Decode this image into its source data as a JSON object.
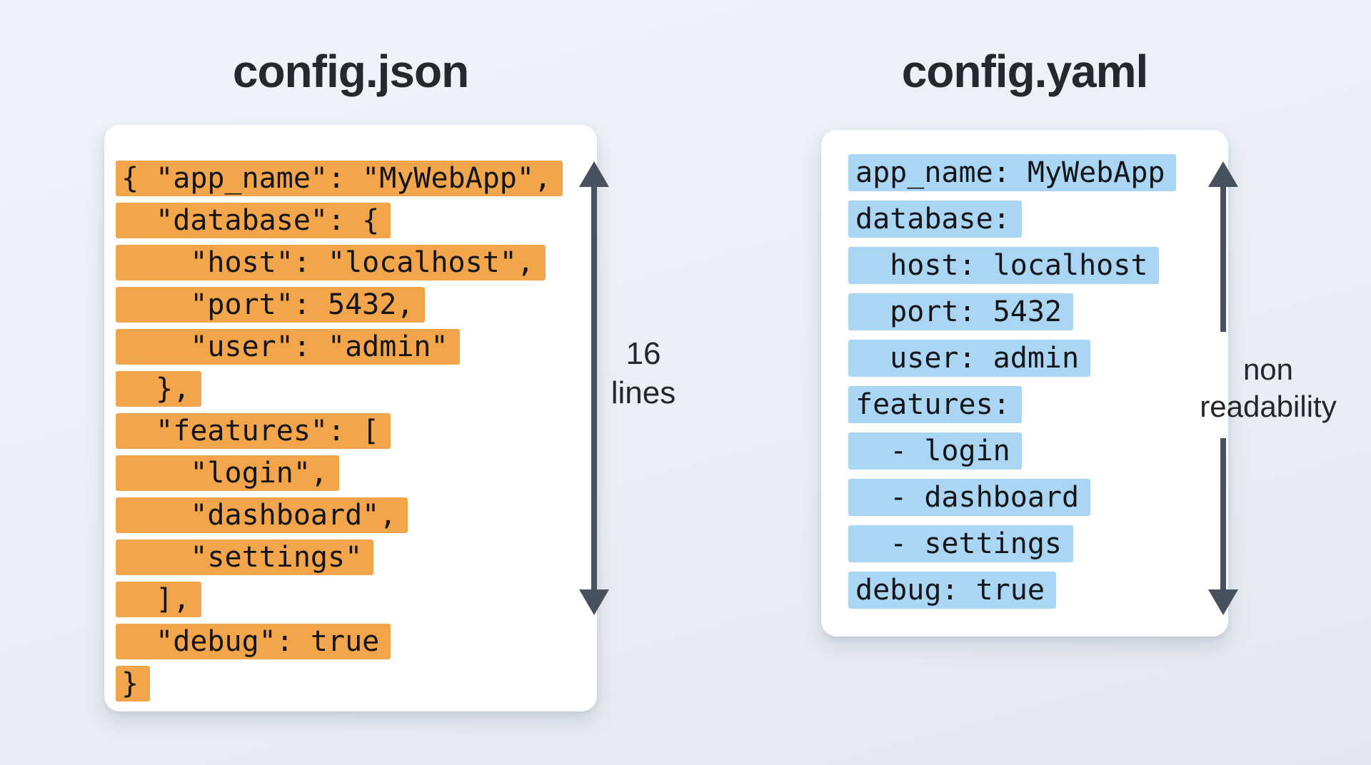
{
  "json_panel": {
    "title": "config.json",
    "code_lines": [
      "{ \"app_name\": \"MyWebApp\",",
      "  \"database\": {",
      "    \"host\": \"localhost\",",
      "    \"port\": 5432,",
      "    \"user\": \"admin\"",
      "  },",
      "  \"features\": [",
      "    \"login\",",
      "    \"dashboard\",",
      "    \"settings\"",
      "  ],",
      "  \"debug\": true",
      "}"
    ],
    "annotation": {
      "line1": "16",
      "line2": "lines"
    },
    "highlight_color": "#f2a54b"
  },
  "yaml_panel": {
    "title": "config.yaml",
    "code_lines": [
      "app_name: MyWebApp",
      "database:",
      "  host: localhost",
      "  port: 5432",
      "  user: admin",
      "features:",
      "  - login",
      "  - dashboard",
      "  - settings",
      "debug: true"
    ],
    "annotation": {
      "line1": "non",
      "line2": "readability"
    },
    "highlight_color": "#aad5f3"
  },
  "colors": {
    "background": "#ebeef4",
    "card": "#ffffff",
    "arrow": "#48525e",
    "json_highlight": "#f2a54b",
    "yaml_highlight": "#aad5f3",
    "code_text": "#141518",
    "title_text": "#25282d"
  }
}
